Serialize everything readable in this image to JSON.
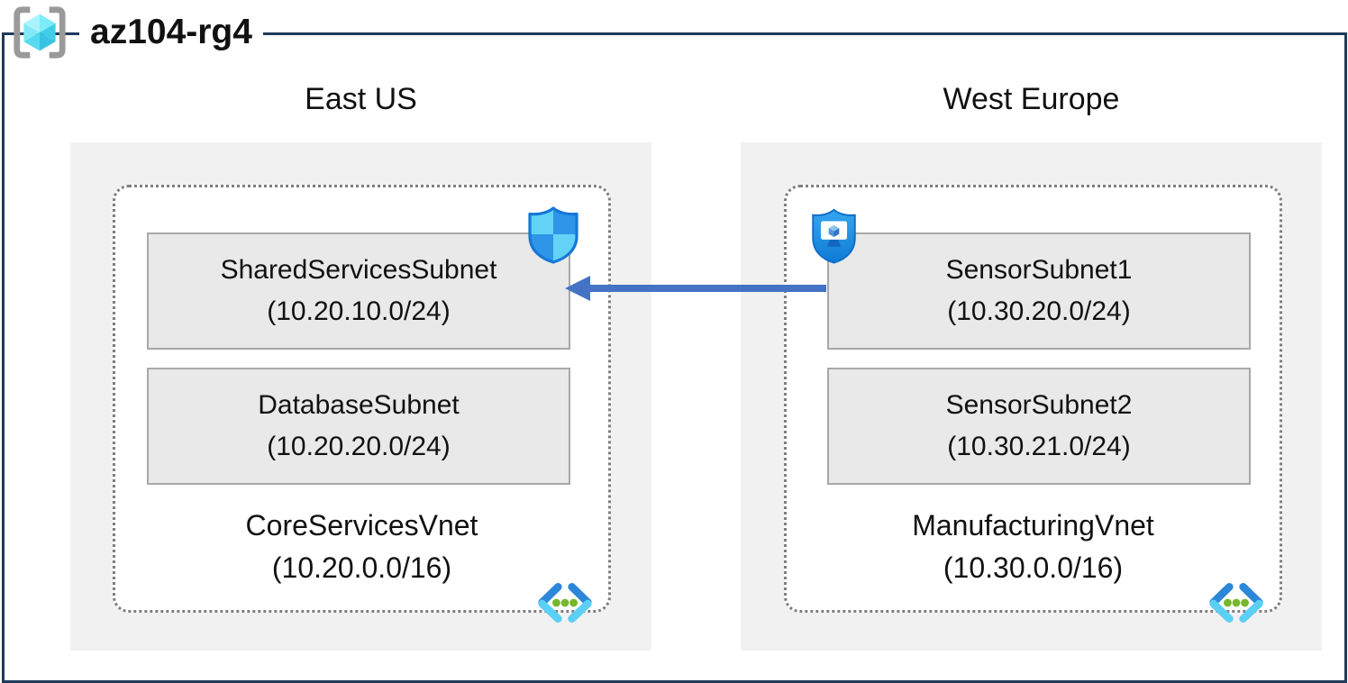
{
  "title": "az104-rg4",
  "regions": [
    {
      "name": "East US",
      "vnet": {
        "name": "CoreServicesVnet",
        "cidr": "(10.20.0.0/16)"
      },
      "subnets": [
        {
          "name": "SharedServicesSubnet",
          "cidr": "(10.20.10.0/24)"
        },
        {
          "name": "DatabaseSubnet",
          "cidr": "(10.20.20.0/24)"
        }
      ]
    },
    {
      "name": "West Europe",
      "vnet": {
        "name": "ManufacturingVnet",
        "cidr": "(10.30.0.0/16)"
      },
      "subnets": [
        {
          "name": "SensorSubnet1",
          "cidr": "(10.30.20.0/24)"
        },
        {
          "name": "SensorSubnet2",
          "cidr": "(10.30.21.0/24)"
        }
      ]
    }
  ],
  "connection": {
    "from": "SensorSubnet1",
    "to": "SharedServicesSubnet",
    "direction": "right-to-left"
  },
  "icons": {
    "resource_group": "resource-group-icon",
    "network_security_group": "nsg-shield-icon",
    "application_security_group": "asg-shield-icon",
    "virtual_network": "vnet-icon"
  },
  "colors": {
    "frame": "#1f3a5a",
    "region_bg": "#f1f1f1",
    "subnet_bg": "#e9e9e9",
    "subnet_border": "#a8a8a8",
    "dotted_border": "#7e7e7e",
    "arrow": "#4472c4",
    "azure_blue": "#2e95e8",
    "azure_cyan": "#62d3f6"
  }
}
